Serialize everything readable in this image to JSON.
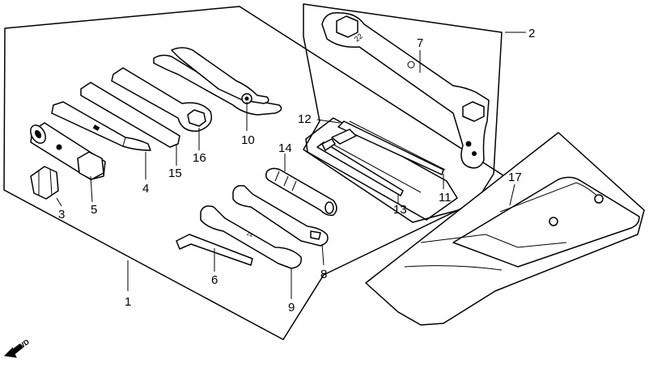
{
  "callouts": {
    "c1": "1",
    "c2": "2",
    "c3": "3",
    "c4": "4",
    "c5": "5",
    "c6": "6",
    "c7": "7",
    "c8": "8",
    "c9": "9",
    "c10": "10",
    "c11": "11",
    "c12": "12",
    "c13": "13",
    "c14": "14",
    "c15": "15",
    "c16": "16",
    "c17": "17"
  },
  "direction": {
    "label": "FWD"
  }
}
